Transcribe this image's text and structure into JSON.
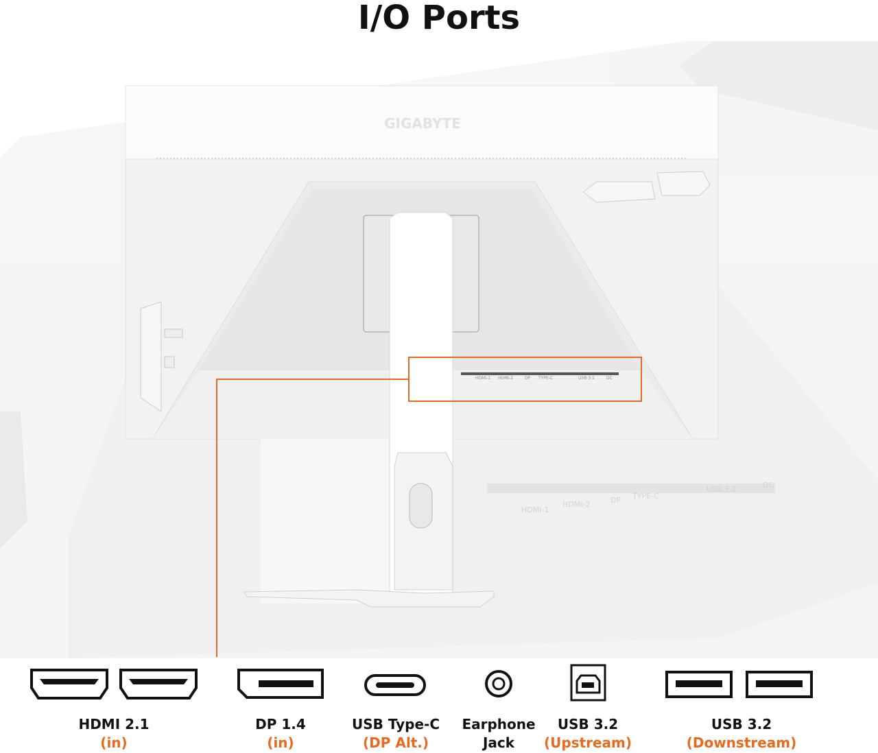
{
  "title": "I/O Ports",
  "brand": "GIGABYTE",
  "panel_labels": [
    "HDMI-1",
    "HDMI-2",
    "DP",
    "TYPE-C",
    "USB 3.2",
    "DC"
  ],
  "accent_color": "#e86a1f",
  "ports": [
    {
      "line1": "HDMI 2.1",
      "line2": "(in)",
      "line2_accent": true,
      "icon": "hdmi-port-icon"
    },
    {
      "line1": "DP 1.4",
      "line2": "(in)",
      "line2_accent": true,
      "icon": "displayport-icon"
    },
    {
      "line1": "USB Type-C",
      "line2": "(DP Alt.)",
      "line2_accent": true,
      "icon": "usb-c-port-icon"
    },
    {
      "line1": "Earphone",
      "line2": "Jack",
      "line2_accent": false,
      "icon": "earphone-jack-icon"
    },
    {
      "line1": "USB 3.2",
      "line2": "(Upstream)",
      "line2_accent": true,
      "icon": "usb-b-port-icon"
    },
    {
      "line1": "USB 3.2",
      "line2": "(Downstream)",
      "line2_accent": true,
      "icon": "usb-a-port-icon"
    }
  ]
}
